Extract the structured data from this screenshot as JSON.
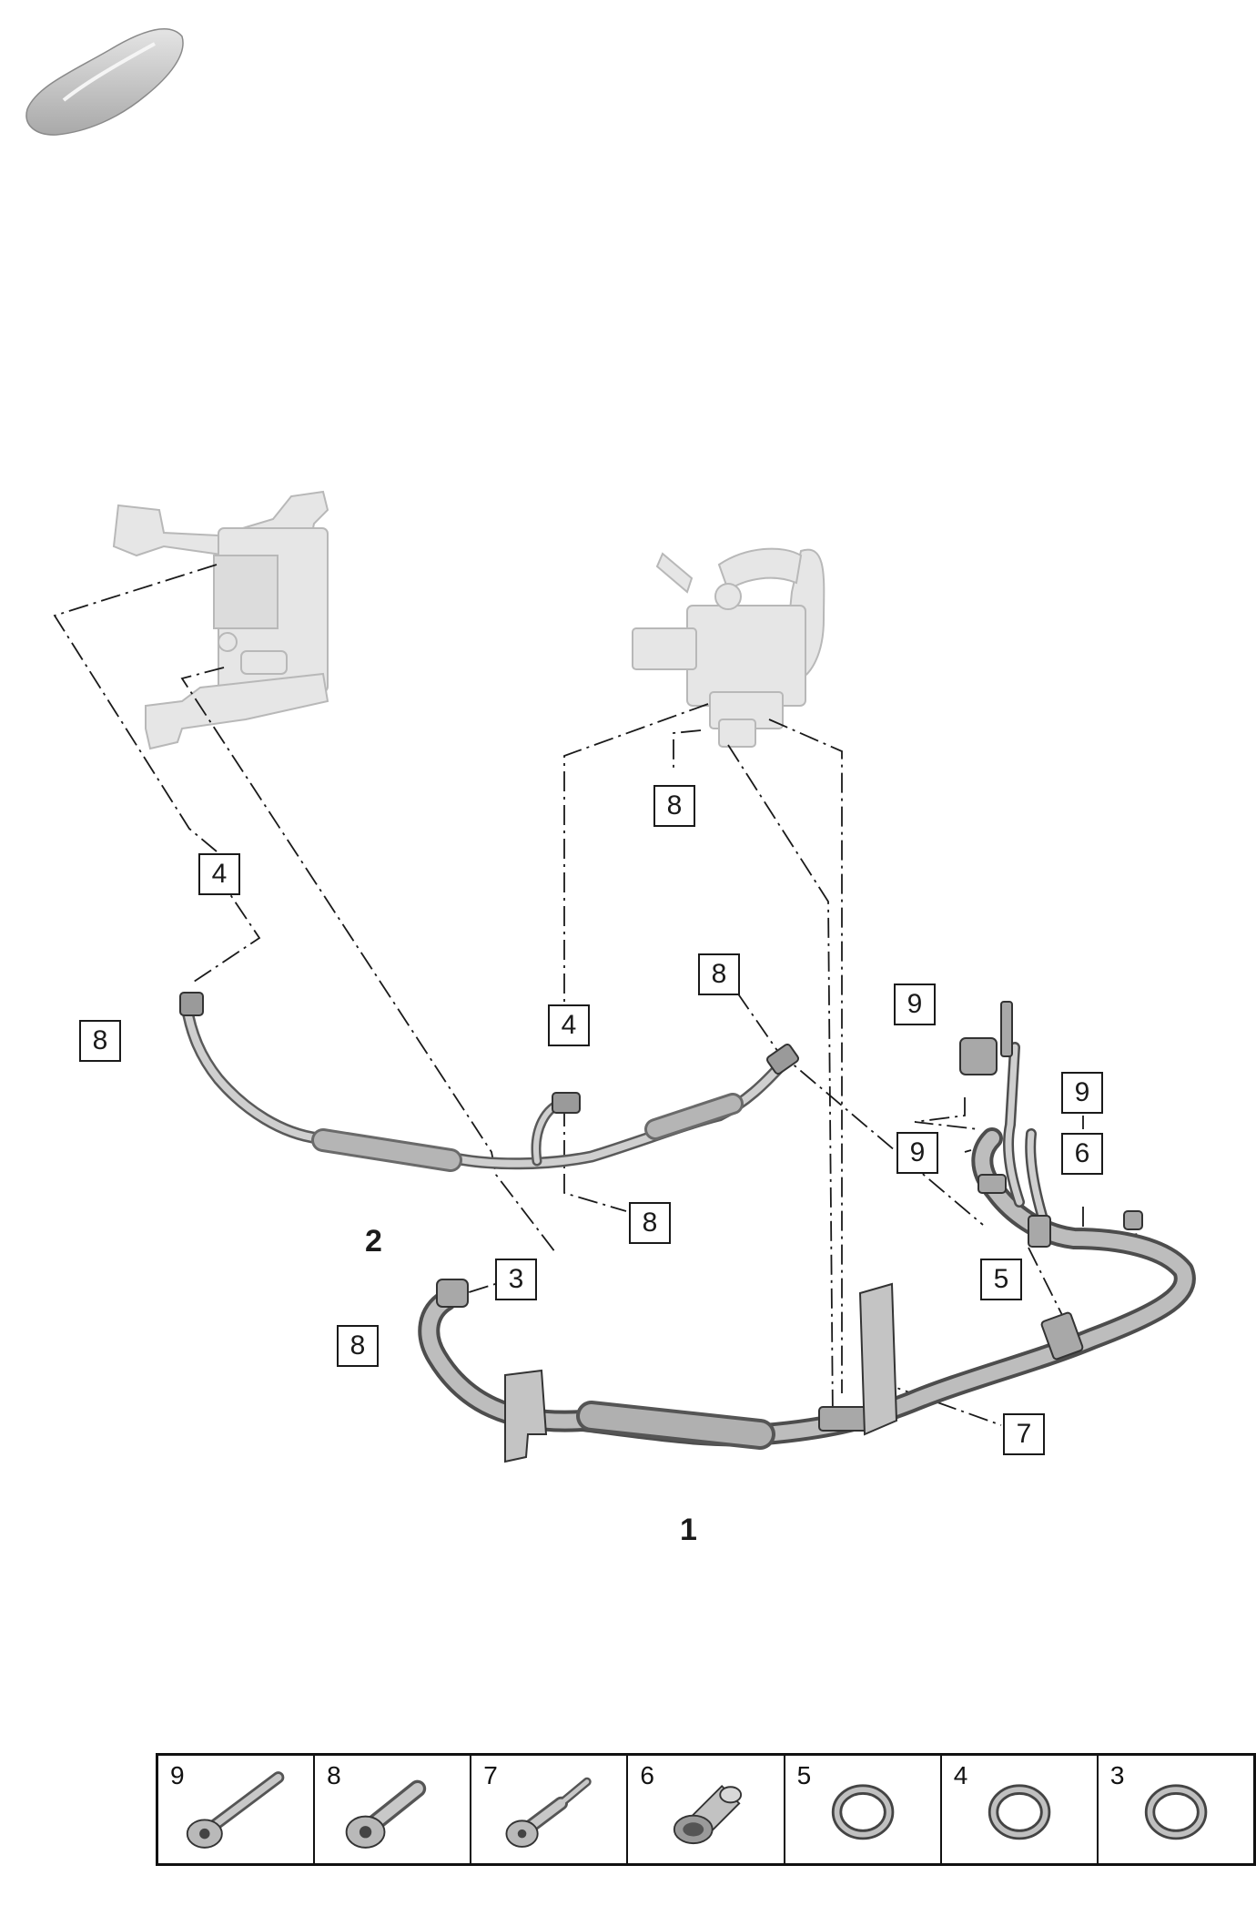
{
  "callouts": [
    {
      "id": "c-4-left",
      "label": "4"
    },
    {
      "id": "c-8-left",
      "label": "8"
    },
    {
      "id": "c-8-top",
      "label": "8"
    },
    {
      "id": "c-4-mid",
      "label": "4"
    },
    {
      "id": "c-8-mid-right",
      "label": "8"
    },
    {
      "id": "c-8-below-mid",
      "label": "8"
    },
    {
      "id": "c-3",
      "label": "3"
    },
    {
      "id": "c-8-lower-left",
      "label": "8"
    },
    {
      "id": "c-9-a",
      "label": "9"
    },
    {
      "id": "c-9-b",
      "label": "9"
    },
    {
      "id": "c-9-c",
      "label": "9"
    },
    {
      "id": "c-6",
      "label": "6"
    },
    {
      "id": "c-5",
      "label": "5"
    },
    {
      "id": "c-7",
      "label": "7"
    }
  ],
  "main_labels": {
    "part_1": "1",
    "part_2": "2"
  },
  "parts_table": [
    {
      "number": "9",
      "icon": "bolt-long-icon"
    },
    {
      "number": "8",
      "icon": "bolt-short-icon"
    },
    {
      "number": "7",
      "icon": "bolt-stepped-icon"
    },
    {
      "number": "6",
      "icon": "sleeve-icon"
    },
    {
      "number": "5",
      "icon": "o-ring-icon"
    },
    {
      "number": "4",
      "icon": "o-ring-icon"
    },
    {
      "number": "3",
      "icon": "o-ring-icon"
    }
  ],
  "colors": {
    "line": "#1a1a1a",
    "pipe": "#8f8f8f",
    "pipe_light": "#c6c6c6",
    "ghost": "#d9d9d9"
  }
}
